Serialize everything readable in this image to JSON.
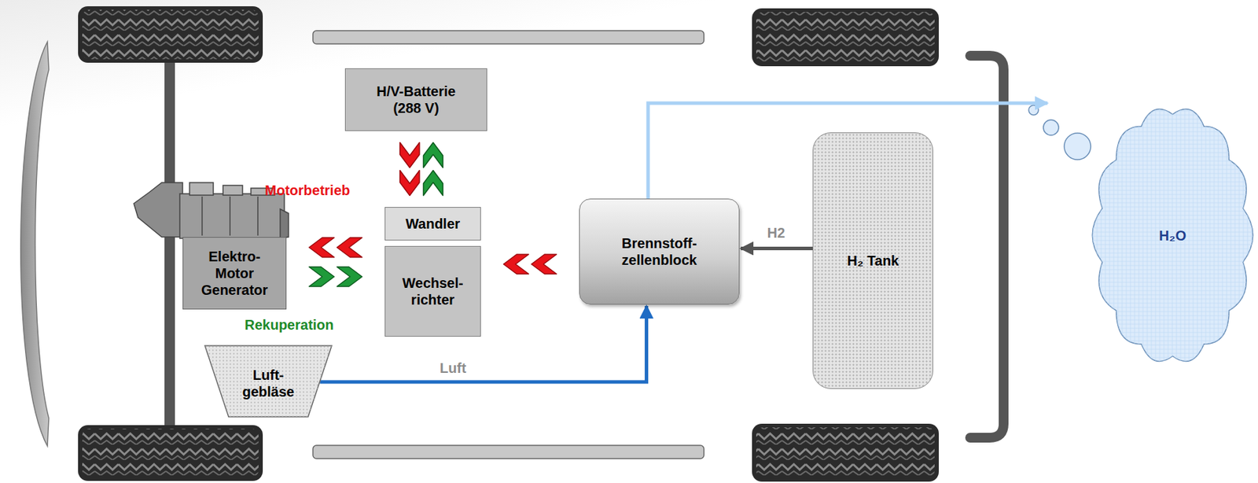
{
  "diagram": {
    "nodes": [
      {
        "text": [
          "H/V-Batterie (288 V)"
        ]
      },
      {
        "text": [
          "Elektro- Motor Generator"
        ]
      },
      {
        "text": [
          "Wandler"
        ]
      },
      {
        "text": [
          "Wechsel- richter"
        ]
      },
      {
        "text": [
          "Brennstoff- zellenblock"
        ]
      },
      {
        "text": [
          "H₂ Tank"
        ]
      },
      {
        "text": [
          "Luft- gebläse"
        ]
      },
      {
        "text": [
          "H₂O"
        ]
      }
    ],
    "edges": [
      {
        "from": 4,
        "to": 3,
        "arrow": "to"
      },
      {
        "from": 0,
        "to": 2,
        "arrow": "to"
      },
      {
        "from": 2,
        "to": 0,
        "arrow": "to"
      },
      {
        "from": 3,
        "to": 1,
        "arrow": "to"
      },
      {
        "from": 1,
        "to": 3,
        "arrow": "to"
      },
      {
        "from": 5,
        "to": 4,
        "label": "H2",
        "arrow": "to"
      },
      {
        "from": 6,
        "to": 4,
        "label": "Luft",
        "arrow": "to"
      },
      {
        "from": 4,
        "to": 7,
        "arrow": "to"
      }
    ],
    "labels": [
      "Motorbetrieb",
      "Rekuperation"
    ]
  }
}
